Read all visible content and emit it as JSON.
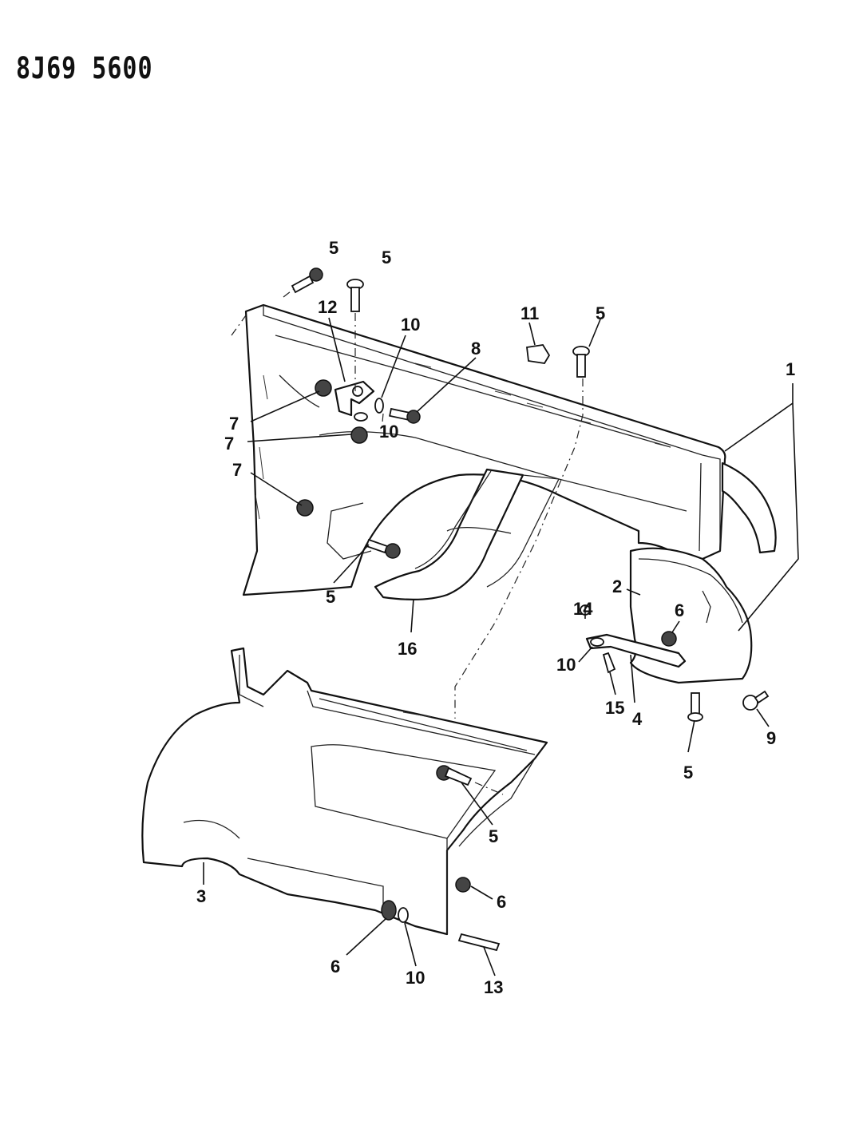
{
  "diagram_code": "8J69 5600",
  "callouts": [
    {
      "id": "c1",
      "text": "1"
    },
    {
      "id": "c2",
      "text": "2"
    },
    {
      "id": "c3",
      "text": "3"
    },
    {
      "id": "c4",
      "text": "4"
    },
    {
      "id": "c5a",
      "text": "5"
    },
    {
      "id": "c5b",
      "text": "5"
    },
    {
      "id": "c5c",
      "text": "5"
    },
    {
      "id": "c5d",
      "text": "5"
    },
    {
      "id": "c5e",
      "text": "5"
    },
    {
      "id": "c5f",
      "text": "5"
    },
    {
      "id": "c6a",
      "text": "6"
    },
    {
      "id": "c6b",
      "text": "6"
    },
    {
      "id": "c6c",
      "text": "6"
    },
    {
      "id": "c7a",
      "text": "7"
    },
    {
      "id": "c7b",
      "text": "7"
    },
    {
      "id": "c7c",
      "text": "7"
    },
    {
      "id": "c8",
      "text": "8"
    },
    {
      "id": "c9",
      "text": "9"
    },
    {
      "id": "c10a",
      "text": "10"
    },
    {
      "id": "c10b",
      "text": "10"
    },
    {
      "id": "c10c",
      "text": "10"
    },
    {
      "id": "c10d",
      "text": "10"
    },
    {
      "id": "c11",
      "text": "11"
    },
    {
      "id": "c12",
      "text": "12"
    },
    {
      "id": "c13",
      "text": "13"
    },
    {
      "id": "c14",
      "text": "14"
    },
    {
      "id": "c15",
      "text": "15"
    },
    {
      "id": "c16",
      "text": "16"
    }
  ]
}
